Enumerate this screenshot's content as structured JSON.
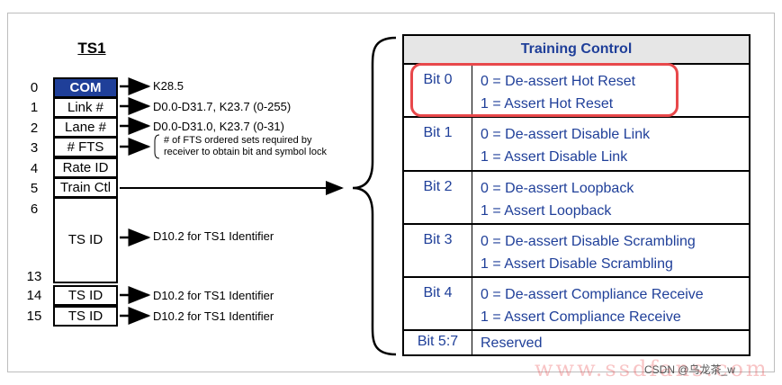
{
  "ts1": {
    "title": "TS1",
    "rows": [
      {
        "index": "0",
        "label": "COM",
        "note": "K28.5"
      },
      {
        "index": "1",
        "label": "Link #",
        "note": "D0.0-D31.7, K23.7 (0-255)"
      },
      {
        "index": "2",
        "label": "Lane #",
        "note": "D0.0-D31.0, K23.7 (0-31)"
      },
      {
        "index": "3",
        "label": "# FTS",
        "note_line1": "# of FTS ordered sets required by",
        "note_line2": "receiver to obtain bit and symbol lock"
      },
      {
        "index": "4",
        "label": "Rate ID"
      },
      {
        "index": "5",
        "label": "Train Ctl"
      },
      {
        "index_start": "6",
        "index_end": "13",
        "label": "TS ID",
        "note": "D10.2 for TS1 Identifier"
      },
      {
        "index": "14",
        "label": "TS ID",
        "note": "D10.2 for TS1 Identifier"
      },
      {
        "index": "15",
        "label": "TS ID",
        "note": "D10.2 for TS1 Identifier"
      }
    ]
  },
  "training_control": {
    "title": "Training Control",
    "rows": [
      {
        "bit": "Bit 0",
        "line1": "0 = De-assert Hot Reset",
        "line2": "1 = Assert Hot Reset"
      },
      {
        "bit": "Bit 1",
        "line1": "0 = De-assert Disable Link",
        "line2": "1 = Assert Disable Link"
      },
      {
        "bit": "Bit 2",
        "line1": "0 = De-assert Loopback",
        "line2": "1 = Assert Loopback"
      },
      {
        "bit": "Bit 3",
        "line1": "0 = De-assert Disable Scrambling",
        "line2": "1 = Assert Disable Scrambling"
      },
      {
        "bit": "Bit 4",
        "line1": "0 = De-assert Compliance Receive",
        "line2": "1 = Assert Compliance Receive"
      },
      {
        "bit": "Bit 5:7",
        "line1": "Reserved"
      }
    ]
  },
  "watermark": "www.ssdfans.com",
  "credit": "CSDN @乌龙茶_w",
  "colors": {
    "accent": "#1f3f99",
    "highlight": "#e8484b"
  }
}
